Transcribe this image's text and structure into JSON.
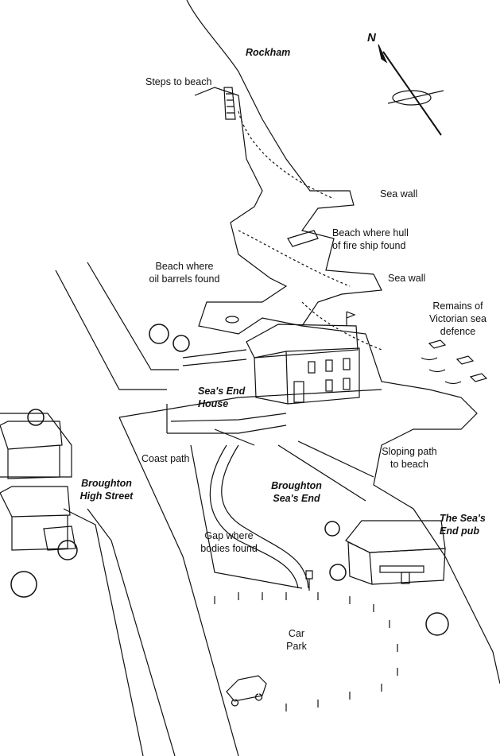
{
  "map": {
    "north_label": "N",
    "places": {
      "rockham": "Rockham",
      "seas_end_house": [
        "Sea's End",
        "House"
      ],
      "broughton_seas_end": [
        "Broughton",
        "Sea's End"
      ],
      "broughton_high_street": [
        "Broughton",
        "High Street"
      ],
      "seas_end_pub": [
        "The Sea's",
        "End pub"
      ]
    },
    "features": {
      "steps": "Steps to beach",
      "sea_wall_1": "Sea wall",
      "hull": [
        "Beach where hull",
        "of fire ship found"
      ],
      "oil": [
        "Beach where",
        "oil barrels found"
      ],
      "sea_wall_2": "Sea wall",
      "victorian": [
        "Remains of",
        "Victorian sea",
        "defence"
      ],
      "sloping": [
        "Sloping path",
        "to beach"
      ],
      "coast_path": "Coast path",
      "gap": [
        "Gap where",
        "bodies found"
      ],
      "car_park": [
        "Car",
        "Park"
      ]
    }
  }
}
